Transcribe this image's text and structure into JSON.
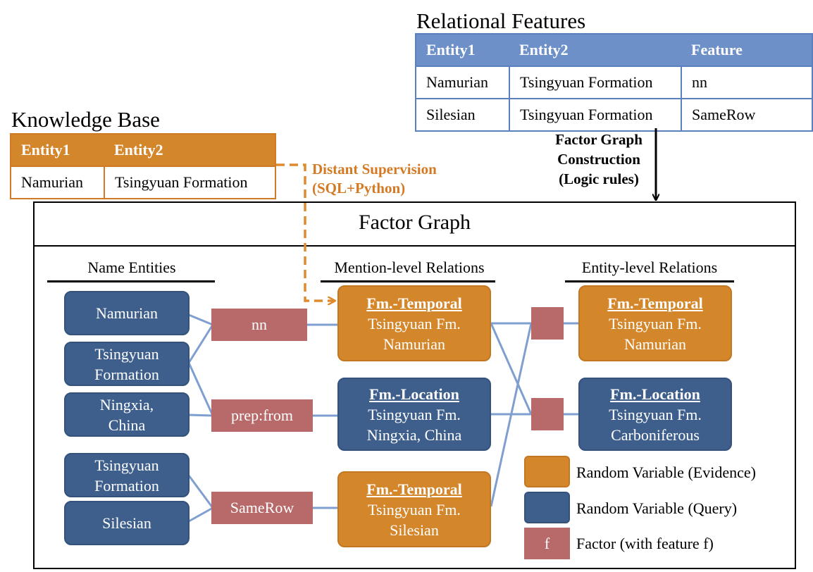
{
  "relational_features": {
    "title": "Relational Features",
    "columns": [
      "Entity1",
      "Entity2",
      "Feature"
    ],
    "rows": [
      [
        "Namurian",
        "Tsingyuan Formation",
        "nn"
      ],
      [
        "Silesian",
        "Tsingyuan Formation",
        "SameRow"
      ]
    ]
  },
  "knowledge_base": {
    "title": "Knowledge Base",
    "columns": [
      "Entity1",
      "Entity2"
    ],
    "rows": [
      [
        "Namurian",
        "Tsingyuan Formation"
      ]
    ]
  },
  "distant_supervision": {
    "line1": "Distant Supervision",
    "line2": "(SQL+Python)"
  },
  "fg_construction": {
    "line1": "Factor Graph",
    "line2": "Construction",
    "line3": "(Logic rules)"
  },
  "factor_graph": {
    "title": "Factor Graph",
    "col_name_entities": "Name Entities",
    "col_mention": "Mention-level Relations",
    "col_entity": "Entity-level Relations",
    "entities": {
      "e1": [
        "Namurian"
      ],
      "e2": [
        "Tsingyuan",
        "Formation"
      ],
      "e3": [
        "Ningxia,",
        "China"
      ],
      "e4": [
        "Tsingyuan",
        "Formation"
      ],
      "e5": [
        "Silesian"
      ]
    },
    "factors": {
      "f1": "nn",
      "f2": "prep:from",
      "f3": "SameRow"
    },
    "mentions": {
      "m1": {
        "type": "Fm.-Temporal",
        "l1": "Tsingyuan Fm.",
        "l2": "Namurian"
      },
      "m2": {
        "type": "Fm.-Location",
        "l1": "Tsingyuan Fm.",
        "l2": "Ningxia, China"
      },
      "m3": {
        "type": "Fm.-Temporal",
        "l1": "Tsingyuan Fm.",
        "l2": "Silesian"
      }
    },
    "entity_relations": {
      "r1": {
        "type": "Fm.-Temporal",
        "l1": "Tsingyuan Fm.",
        "l2": "Namurian"
      },
      "r2": {
        "type": "Fm.-Location",
        "l1": "Tsingyuan Fm.",
        "l2": "Carboniferous"
      }
    }
  },
  "legend": {
    "evidence": "Random Variable (Evidence)",
    "query": "Random Variable (Query)",
    "factor_symbol": "f",
    "factor": "Factor (with feature f)"
  },
  "colors": {
    "evidence": "#d4862b",
    "query": "#3e5f8c",
    "factor": "#b76a69",
    "edge": "#7f9fd0",
    "supervision": "#e08a2e"
  }
}
